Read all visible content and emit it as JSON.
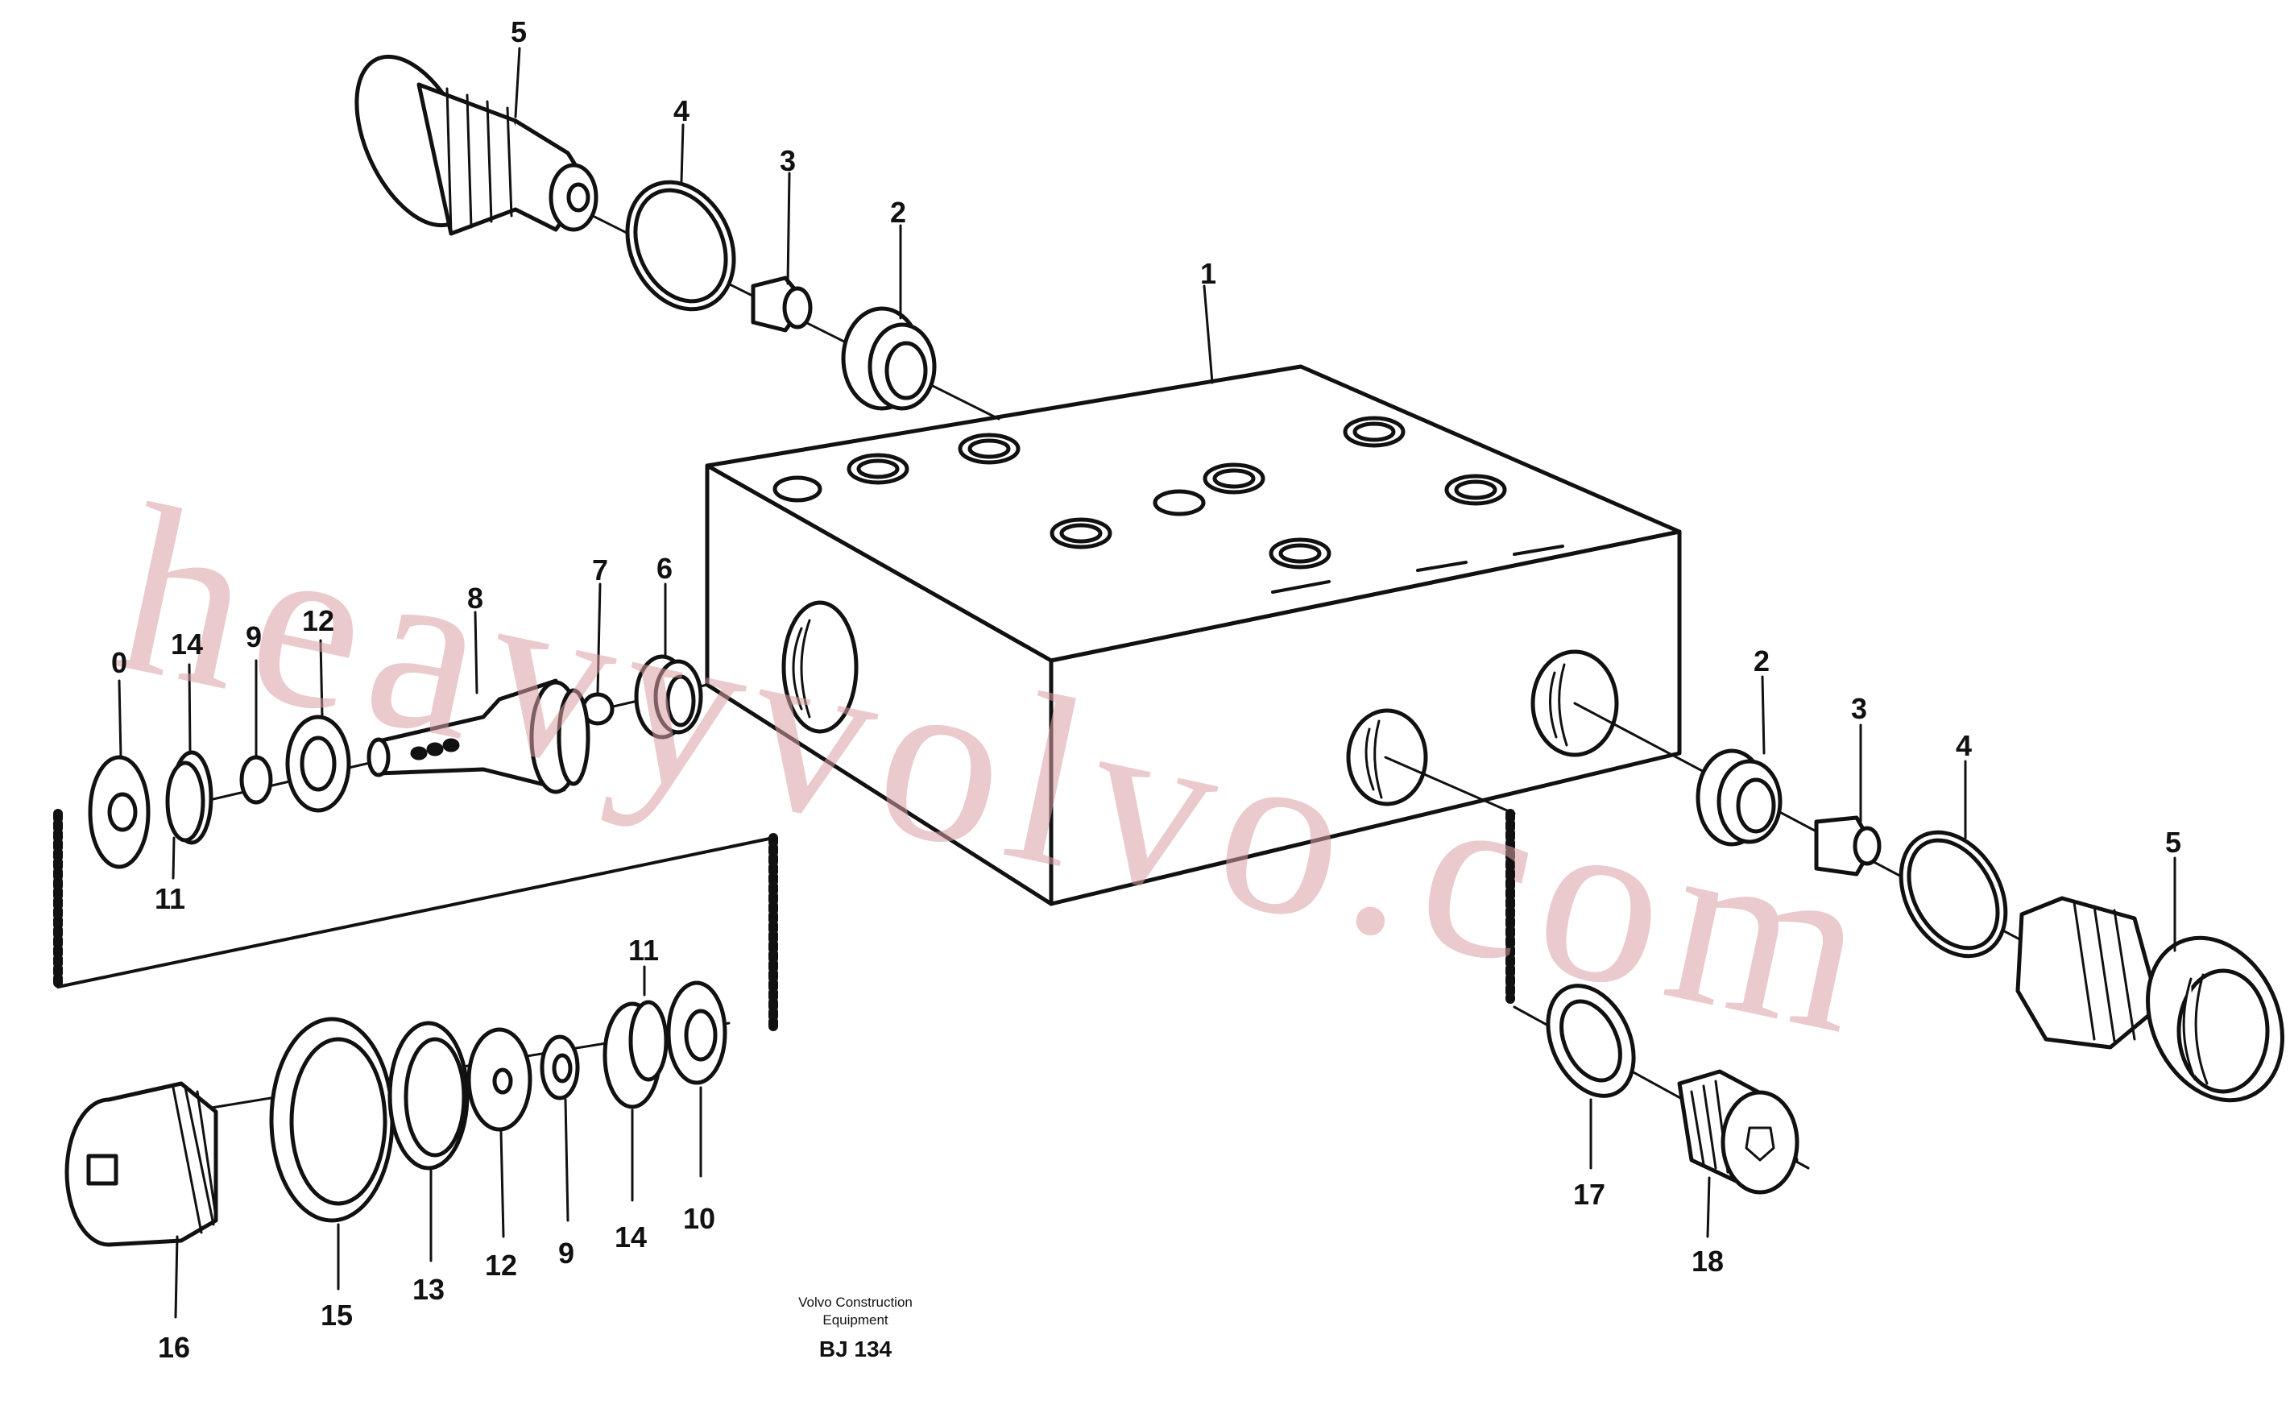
{
  "diagram": {
    "callouts": [
      "1",
      "2",
      "3",
      "4",
      "5",
      "6",
      "7",
      "8",
      "9",
      "0",
      "10",
      "11",
      "12",
      "13",
      "14",
      "15",
      "16",
      "17",
      "18"
    ],
    "footer": {
      "line1": "Volvo Construction",
      "line2": "Equipment",
      "code": "BJ 134"
    },
    "watermark": "heavyvolvo.com"
  }
}
